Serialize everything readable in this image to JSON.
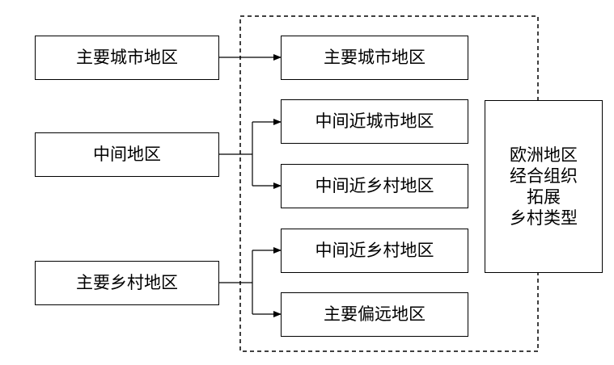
{
  "diagram": {
    "left": {
      "major_urban": "主要城市地区",
      "intermediate": "中间地区",
      "major_rural": "主要乡村地区"
    },
    "middle": {
      "major_urban": "主要城市地区",
      "intermediate_near_urban": "中间近城市地区",
      "intermediate_near_rural_a": "中间近乡村地区",
      "intermediate_near_rural_b": "中间近乡村地区",
      "major_remote": "主要偏远地区"
    },
    "right": {
      "lines": [
        "欧洲地区",
        "经合组织",
        "拓展",
        "乡村类型"
      ]
    }
  }
}
